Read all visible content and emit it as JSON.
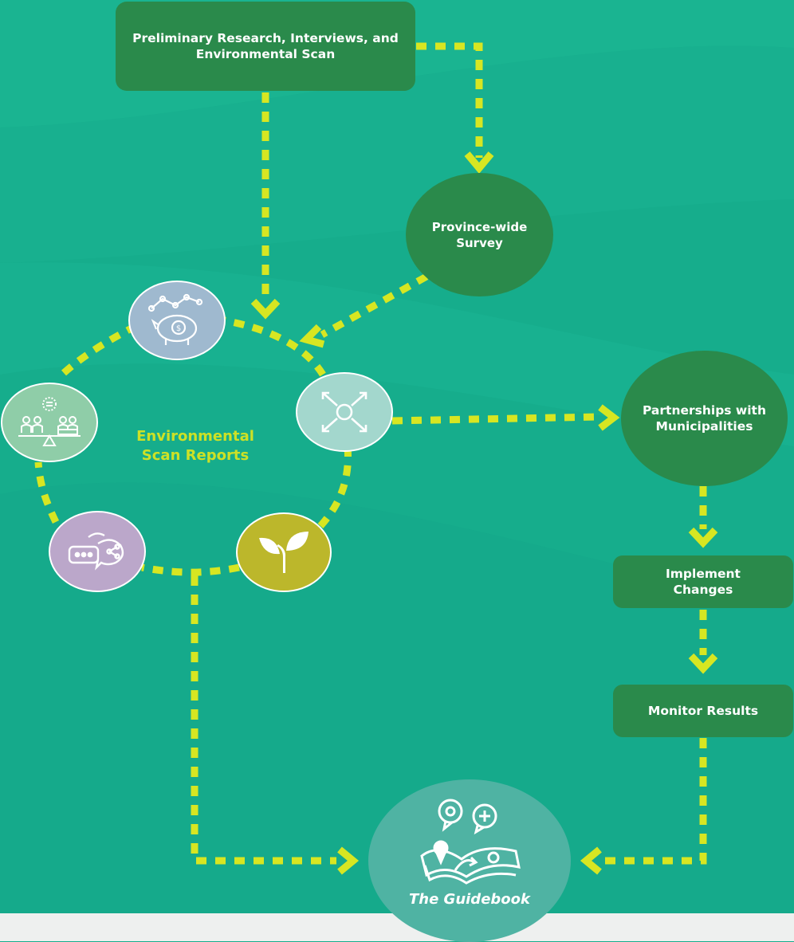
{
  "nodes": {
    "preliminary": "Preliminary Research, Interviews, and Environmental Scan",
    "survey": "Province-wide Survey",
    "partnerships": "Partnerships with Municipalities",
    "implement": "Implement Changes",
    "monitor": "Monitor Results",
    "guidebook": "The Guidebook"
  },
  "env_scan_label": "Environmental Scan Reports",
  "colors": {
    "background": "#16ad8c",
    "dark_green": "#2a8a4b",
    "dash_yellow": "#d7e622",
    "label_yellow": "#cde126",
    "piggy_circle": "#9fb9cf",
    "expand_circle": "#a3d7cd",
    "balance_circle": "#8fcda8",
    "chat_circle": "#bba7ca",
    "leaf_circle": "#bcb72b",
    "guidebook_circle": "#4fb3a3"
  },
  "icons": [
    "piggy-bank-icon",
    "expand-arrows-icon",
    "balance-people-icon",
    "chat-share-icon",
    "sprout-icon",
    "map-book-icon"
  ]
}
